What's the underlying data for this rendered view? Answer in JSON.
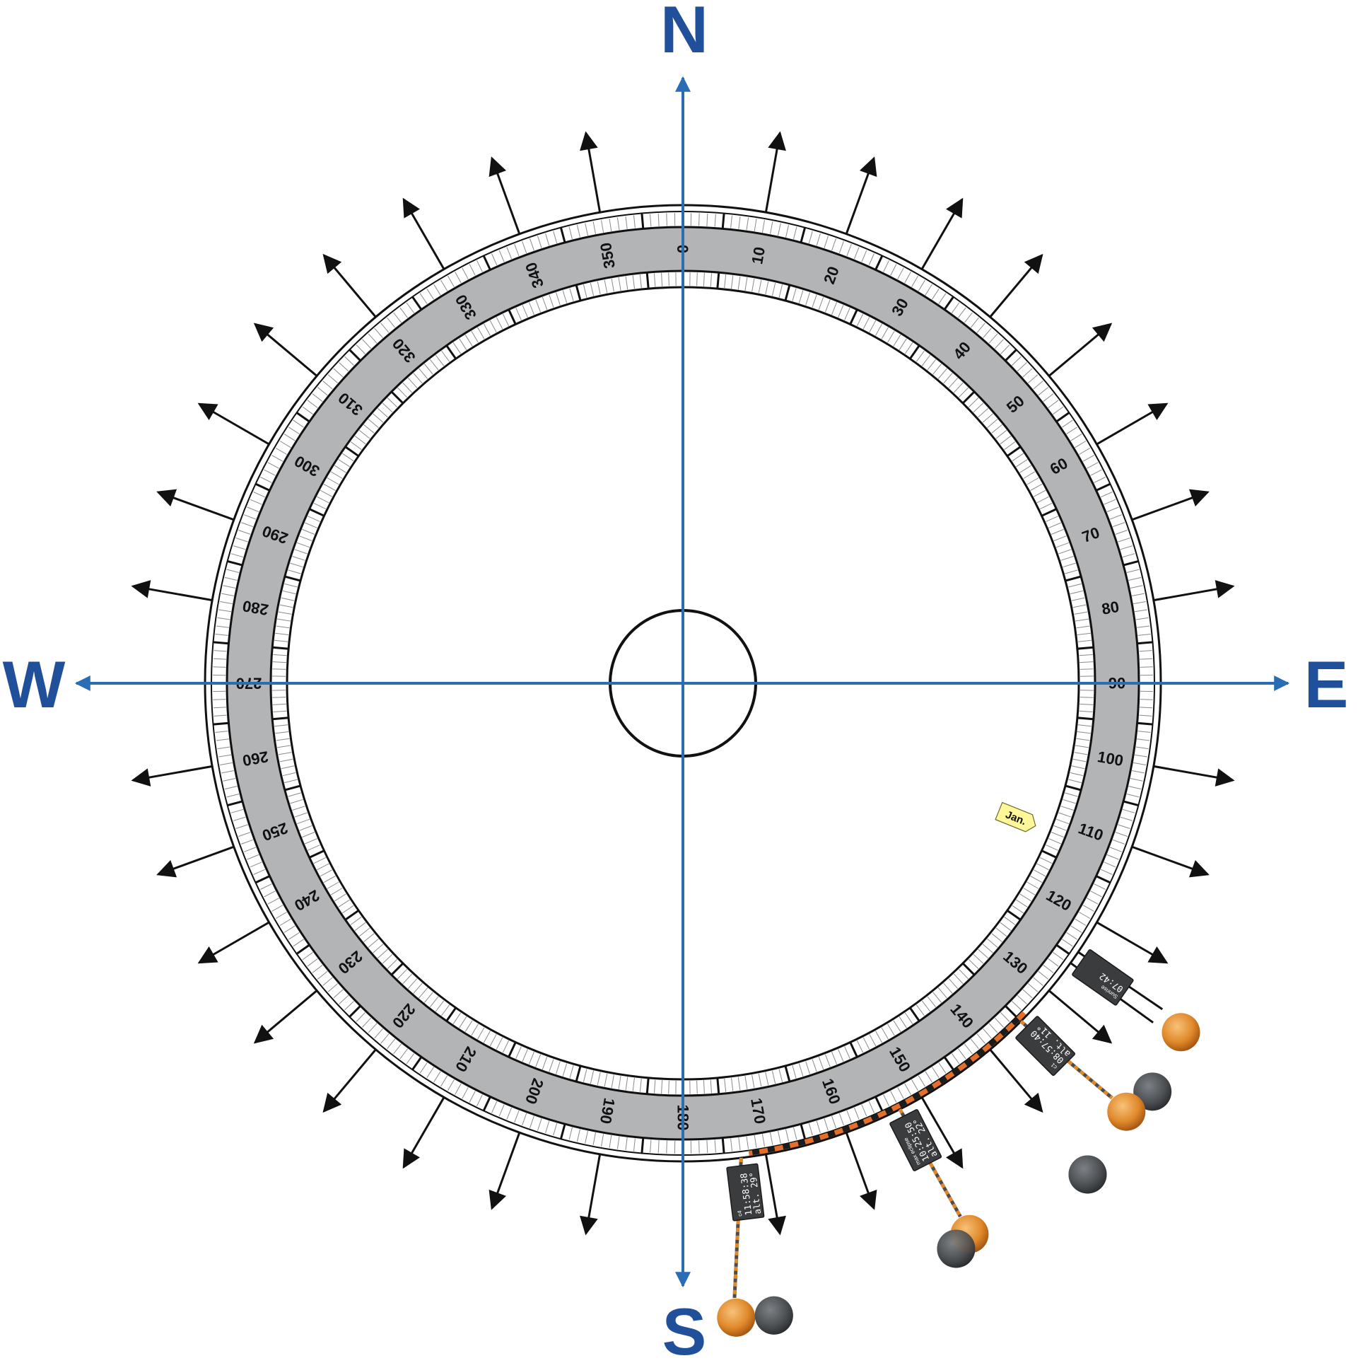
{
  "compass": {
    "north": "N",
    "east": "E",
    "south": "S",
    "west": "W",
    "axis_color": "#2a6db5",
    "label_color": "#21509a"
  },
  "degree_labels": [
    "0",
    "10",
    "20",
    "30",
    "40",
    "50",
    "60",
    "70",
    "80",
    "90",
    "100",
    "110",
    "120",
    "130",
    "140",
    "150",
    "160",
    "170",
    "180",
    "190",
    "200",
    "210",
    "220",
    "230",
    "240",
    "250",
    "260",
    "270",
    "280",
    "290",
    "300",
    "310",
    "320",
    "330",
    "340",
    "350"
  ],
  "ray_interval_deg": 10,
  "month_note": {
    "label": "Jan.",
    "azimuth_deg": 112,
    "color": "#fff79a"
  },
  "events": [
    {
      "key": "sunrise",
      "title": "Sunrise",
      "time": "07:42",
      "altitude": "",
      "azimuth_deg": 125,
      "sun_color": "#e0892a",
      "moon_color": "#4a4d50"
    },
    {
      "key": "c1",
      "title": "c1",
      "time": "08:57:40",
      "altitude": "alt. 11°",
      "azimuth_deg": 135,
      "sun_color": "#e0892a",
      "moon_color": "#4a4d50"
    },
    {
      "key": "max",
      "title": "max eclipse",
      "time": "10:25:50",
      "altitude": "alt. 22°",
      "azimuth_deg": 153,
      "sun_color": "#e0892a",
      "moon_color": "#4a4d50"
    },
    {
      "key": "c4",
      "title": "c4",
      "time": "11:58:38",
      "altitude": "alt. 29°",
      "azimuth_deg": 173,
      "sun_color": "#e0892a",
      "moon_color": "#4a4d50"
    }
  ],
  "eclipse_path": {
    "from_deg": 134,
    "to_deg": 172,
    "colors": [
      "#e36f2a",
      "#1c1c1c"
    ]
  }
}
